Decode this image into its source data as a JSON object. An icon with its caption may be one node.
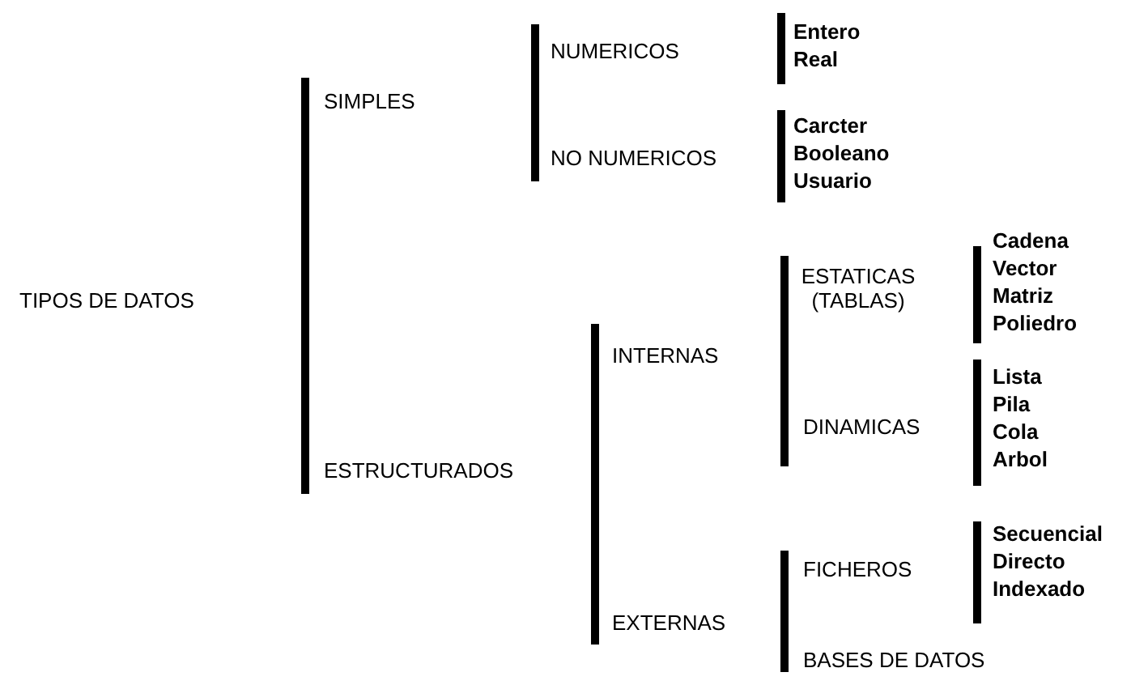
{
  "diagram": {
    "labels": [
      "TIPOS DE DATOS",
      "SIMPLES",
      "NUMERICOS",
      "Entero",
      "Real",
      "NO NUMERICOS",
      "Carcter",
      "Booleano",
      "Usuario",
      "ESTRUCTURADOS",
      "INTERNAS",
      "ESTATICAS (TABLAS)",
      "Cadena",
      "Vector",
      "Matriz",
      "Poliedro",
      "DINAMICAS",
      "Lista",
      "Pila",
      "Cola",
      "Arbol",
      "EXTERNAS",
      "FICHEROS",
      "Secuencial",
      "Directo",
      "Indexado",
      "BASES DE DATOS"
    ]
  }
}
